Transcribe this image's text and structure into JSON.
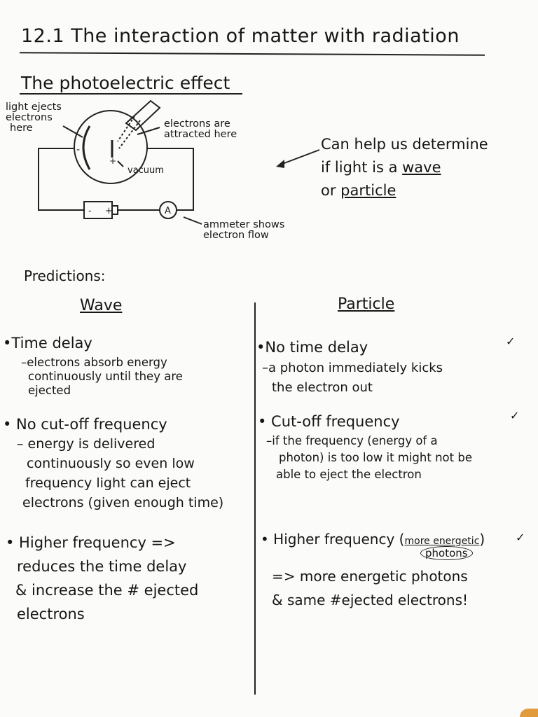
{
  "title": "12.1 The interaction of matter with radiation",
  "heading": "The photoelectric effect",
  "diagram": {
    "light_ejects": [
      "light ejects",
      "electrons",
      "here"
    ],
    "attracted": [
      "electrons are",
      "attracted here"
    ],
    "vacuum": "vacuum",
    "ammeter_symbol": "A",
    "ammeter_label": [
      "ammeter shows",
      "electron flow"
    ],
    "battery_minus": "-",
    "battery_plus": "+",
    "plate_minus": "-",
    "plate_plus": "+"
  },
  "side_note": {
    "line1": "Can help us determine",
    "line2_a": "if light is a ",
    "line2_b": "wave",
    "line3_a": "or ",
    "line3_b": "particle"
  },
  "predictions_label": "Predictions:",
  "columns": {
    "wave": {
      "header": "Wave",
      "b1": "•Time delay",
      "b1_sub": [
        "–electrons absorb energy",
        "continuously until they are",
        "ejected"
      ],
      "b2": "• No cut-off frequency",
      "b2_sub": [
        "– energy is delivered",
        "continuously so even low",
        "frequency light can eject",
        "electrons (given enough time)"
      ],
      "b3": [
        "• Higher frequency =>",
        "reduces the time delay",
        "& increase the # ejected",
        "electrons"
      ]
    },
    "particle": {
      "header": "Particle",
      "b1": "•No time delay",
      "b1_sub": [
        "–a photon immediately kicks",
        "the electron out"
      ],
      "b2": "• Cut-off frequency",
      "b2_sub": [
        "–if the frequency (energy of a",
        "photon) is too low it might not be",
        "able to eject the electron"
      ],
      "b3_a": "• Higher frequency (",
      "b3_b": "more energetic",
      "b3_circle": "photons",
      "b3_c": ")",
      "b3_lines": [
        "=> more energetic photons",
        "& same #ejected electrons!"
      ],
      "checks": [
        "✓",
        "✓",
        "✓"
      ]
    }
  }
}
